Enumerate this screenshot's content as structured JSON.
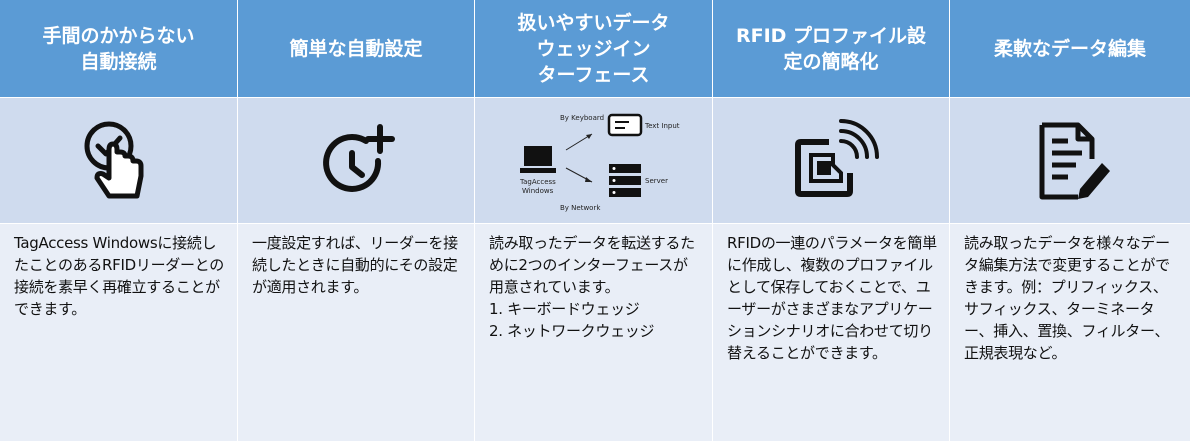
{
  "columns": [
    {
      "title": "手間のかからない\n自動接続",
      "icon": "touch-check-icon",
      "text": "TagAccess Windowsに接続したことのあるRFIDリーダーとの接続を素早く再確立することができます。"
    },
    {
      "title": "簡単な自動設定",
      "icon": "clock-plus-icon",
      "text": "一度設定すれば、リーダーを接続したときに自動的にその設定が適用されます。"
    },
    {
      "title": "扱いやすいデータ\nウェッジイン\nターフェース",
      "icon": "data-wedge-diagram",
      "diagram": {
        "by_keyboard": "By Keyboard",
        "text_input": "Text Input",
        "tagaccess": "TagAccess",
        "windows": "Windows",
        "server": "Server",
        "by_network": "By Network"
      },
      "text": "読み取ったデータを転送するために2つのインターフェースが用意されています。",
      "list": [
        "1. キーボードウェッジ",
        "2. ネットワークウェッジ"
      ]
    },
    {
      "title": "RFID プロファイル設\n定の簡略化",
      "icon": "rfid-card-icon",
      "text": "RFIDの一連のパラメータを簡単に作成し、複数のプロファイルとして保存しておくことで、ユーザーがさまざまなアプリケーションシナリオに合わせて切り替えることができます。"
    },
    {
      "title": "柔軟なデータ編集",
      "icon": "document-edit-icon",
      "text": "読み取ったデータを様々なデータ編集方法で変更することができます。例：プリフィックス、サフィックス、ターミネーター、挿入、置換、フィルター、正規表現など。"
    }
  ],
  "colors": {
    "header": "#5b9bd5",
    "icon_row": "#cfdbee",
    "text_row": "#e9eef7"
  }
}
